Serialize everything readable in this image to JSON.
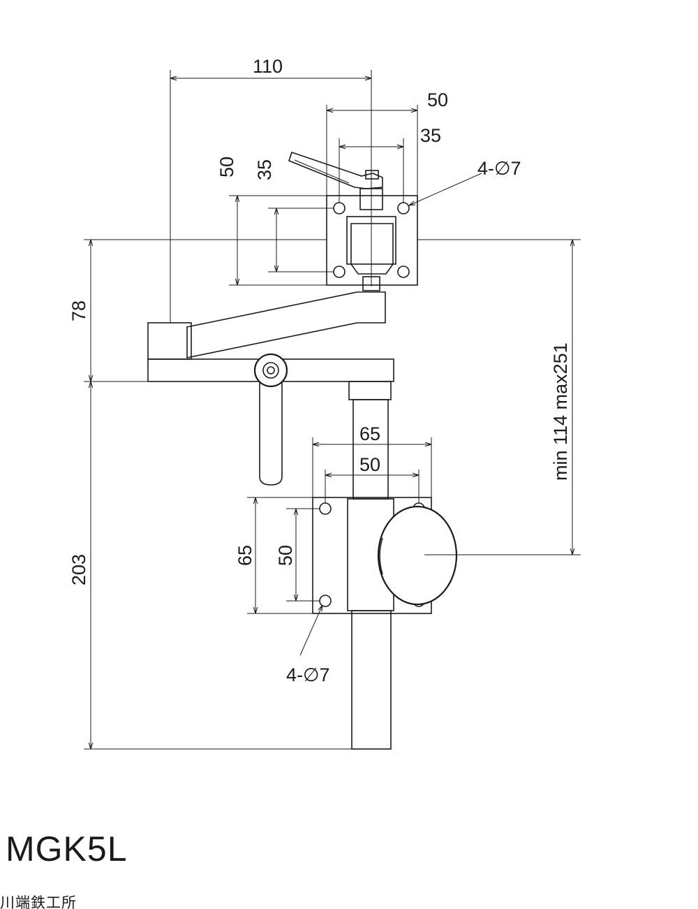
{
  "drawing": {
    "model": "MGK5L",
    "maker": "川端鉄工所",
    "dims": {
      "arm_reach": "110",
      "top_plate_width": "50",
      "top_hole_pitch_x": "35",
      "top_plate_height": "50",
      "top_hole_pitch_y": "35",
      "top_holes": "4-∅7",
      "arm_height": "78",
      "post_height": "203",
      "range": "min 114 max251",
      "bottom_plate_width": "65",
      "bottom_hole_pitch_x": "50",
      "bottom_plate_height": "65",
      "bottom_hole_pitch_y": "50",
      "bottom_holes": "4-∅7"
    }
  }
}
